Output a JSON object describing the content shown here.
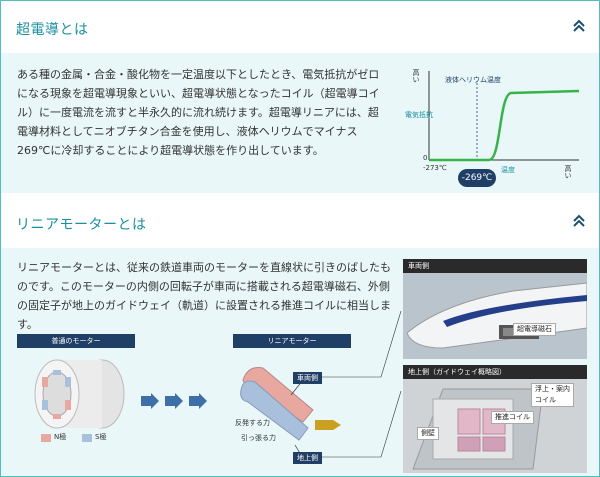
{
  "sections": [
    {
      "title": "超電導とは",
      "paragraph": "ある種の金属・合金・酸化物を一定温度以下としたとき、電気抵抗がゼロになる現象を超電導現象といい、超電導状態となったコイル（超電導コイル）に一度電流を流すと半永久的に流れ続けます。超電導リニアには、超電導材料としてニオブチタン合金を使用し、液体ヘリウムでマイナス269℃に冷却することにより超電導状態を作り出しています。",
      "graph": {
        "y_label": "電気抵抗",
        "y_high": "高い",
        "x_high": "高い",
        "x_label": "温度",
        "origin": "0",
        "x_start": "-273℃",
        "helium_label": "液体ヘリウム温度",
        "marker": "-269℃"
      }
    },
    {
      "title": "リニアモーターとは",
      "paragraph": "リニアモーターとは、従来の鉄道車両のモーターを直線状に引きのばしたものです。このモーターの内側の回転子が車両に搭載される超電導磁石、外側の固定子が地上のガイドウェイ（軌道）に設置される推進コイルに相当します。",
      "diagram": {
        "normal_motor": "普通のモーター",
        "linear_motor": "リニアモーター",
        "n_pole": "N極",
        "s_pole": "S極",
        "vehicle_side": "車両側",
        "ground_side": "地上側",
        "repel": "反発する力",
        "attract": "引っ張る力"
      },
      "photo_top": {
        "label": "車両側",
        "callout": "超電導磁石"
      },
      "photo_bottom": {
        "label": "地上側（ガイドウェイ概略図）",
        "levitation": "浮上・案内\nコイル",
        "propulsion": "推進コイル",
        "sidewall": "側壁"
      }
    }
  ],
  "colors": {
    "accent": "#1a8fa0",
    "band": "#e9f7f8",
    "navy": "#1f3f66",
    "n_pole": "#e8a8a0",
    "s_pole": "#a8c0dc"
  }
}
